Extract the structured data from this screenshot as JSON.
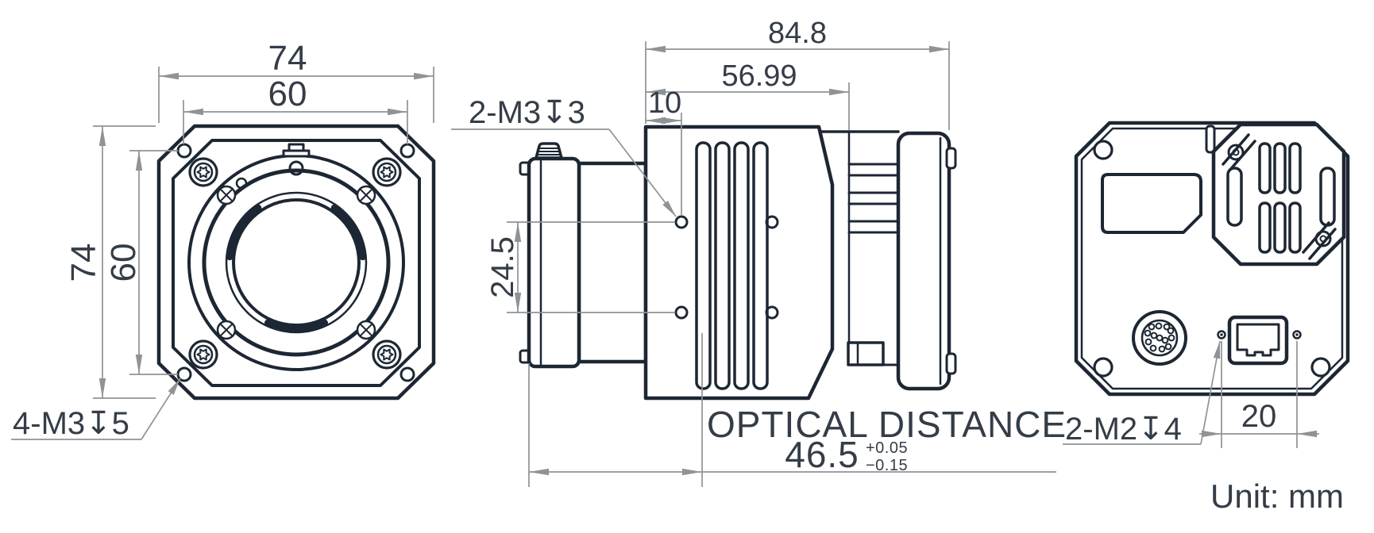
{
  "front": {
    "dim_width": "74",
    "dim_width_inner": "60",
    "dim_height": "74",
    "dim_height_inner": "60",
    "thread_note": "4-M3↧5"
  },
  "side": {
    "dim_total": "84.8",
    "dim_body": "56.99",
    "dim_offset": "10",
    "dim_spacing": "24.5",
    "thread_note": "2-M3↧3",
    "optical_label": "OPTICAL DISTANCE",
    "optical_value": "46.5",
    "tol_plus": "+0.05",
    "tol_minus": "−0.15"
  },
  "back": {
    "thread_note": "2-M2↧4",
    "dim_spacing": "20"
  },
  "footer": {
    "unit": "Unit: mm"
  },
  "colors": {
    "line": "#1d2733",
    "dim": "#8f9396",
    "text": "#343d47"
  }
}
